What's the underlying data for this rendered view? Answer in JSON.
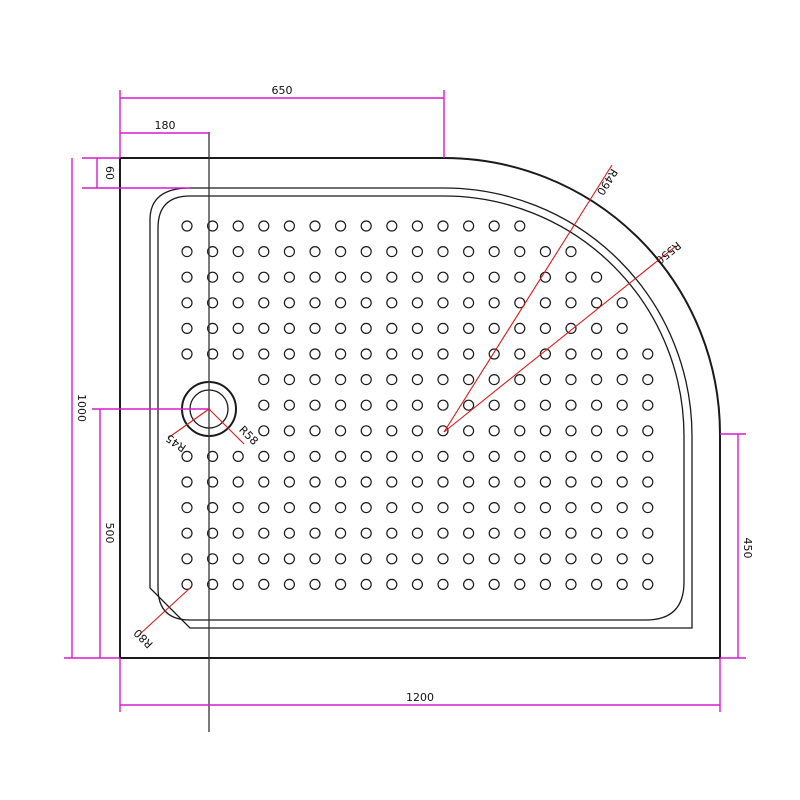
{
  "colors": {
    "outline": "#1a1a1a",
    "dimension_line": "#d81ad0",
    "radius_line": "#d81b1b"
  },
  "dimensions": {
    "top_width": "650",
    "drain_offset_x": "180",
    "rim_width": "60",
    "overall_depth": "1000",
    "drain_offset_y": "500",
    "straight_side": "450",
    "overall_width": "1200"
  },
  "radii": {
    "outer_curve": "R490",
    "inner_curve": "R550",
    "drain_inner": "R45",
    "drain_outer": "R58",
    "corner": "R80"
  }
}
